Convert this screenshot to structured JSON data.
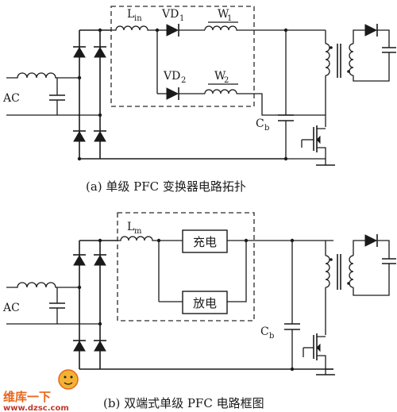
{
  "circuit_a": {
    "ac_label": "AC",
    "inductor_label": "L",
    "inductor_sub": "in",
    "diode1_label": "VD",
    "diode1_sub": "1",
    "diode2_label": "VD",
    "diode2_sub": "2",
    "winding1_label": "W",
    "winding1_sub": "1",
    "winding2_label": "W",
    "winding2_sub": "2",
    "cap_label": "C",
    "cap_sub": "b",
    "caption": "(a) 单级 PFC 变换器电路拓扑"
  },
  "circuit_b": {
    "ac_label": "AC",
    "inductor_label": "L",
    "inductor_sub": "m",
    "charge_box": "充电",
    "discharge_box": "放电",
    "cap_label": "C",
    "cap_sub": "b",
    "caption": "(b) 双端式单级 PFC 电路框图"
  },
  "watermark": {
    "line1": "维库一下",
    "line2": "www.dzsc.com"
  }
}
